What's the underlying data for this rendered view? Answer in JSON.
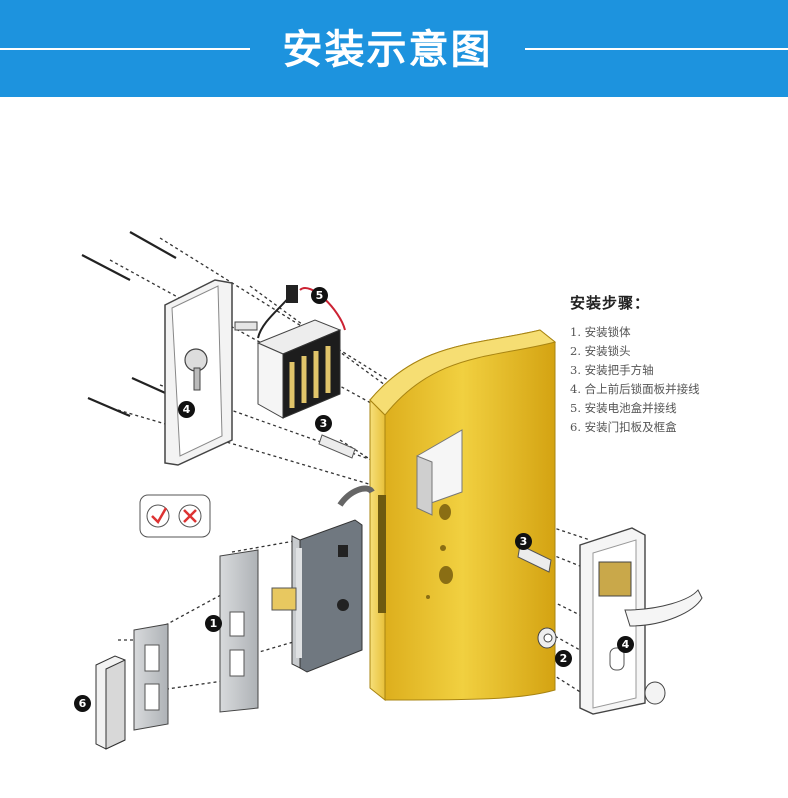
{
  "header": {
    "title": "安装示意图"
  },
  "colors": {
    "banner": "#1d93de",
    "door": "#e8c02a",
    "door_dark": "#b99210",
    "metal": "#9aa0a6"
  },
  "steps": {
    "title": "安装步骤：",
    "items": [
      "1. 安装锁体",
      "2. 安装锁头",
      "3. 安装把手方轴",
      "4. 合上前后锁面板并接线",
      "5. 安装电池盒并接线",
      "6. 安装门扣板及框盒"
    ]
  },
  "callouts": {
    "c1": "1",
    "c2": "2",
    "c3a": "3",
    "c3b": "3",
    "c4a": "4",
    "c4b": "4",
    "c5": "5",
    "c6": "6"
  }
}
